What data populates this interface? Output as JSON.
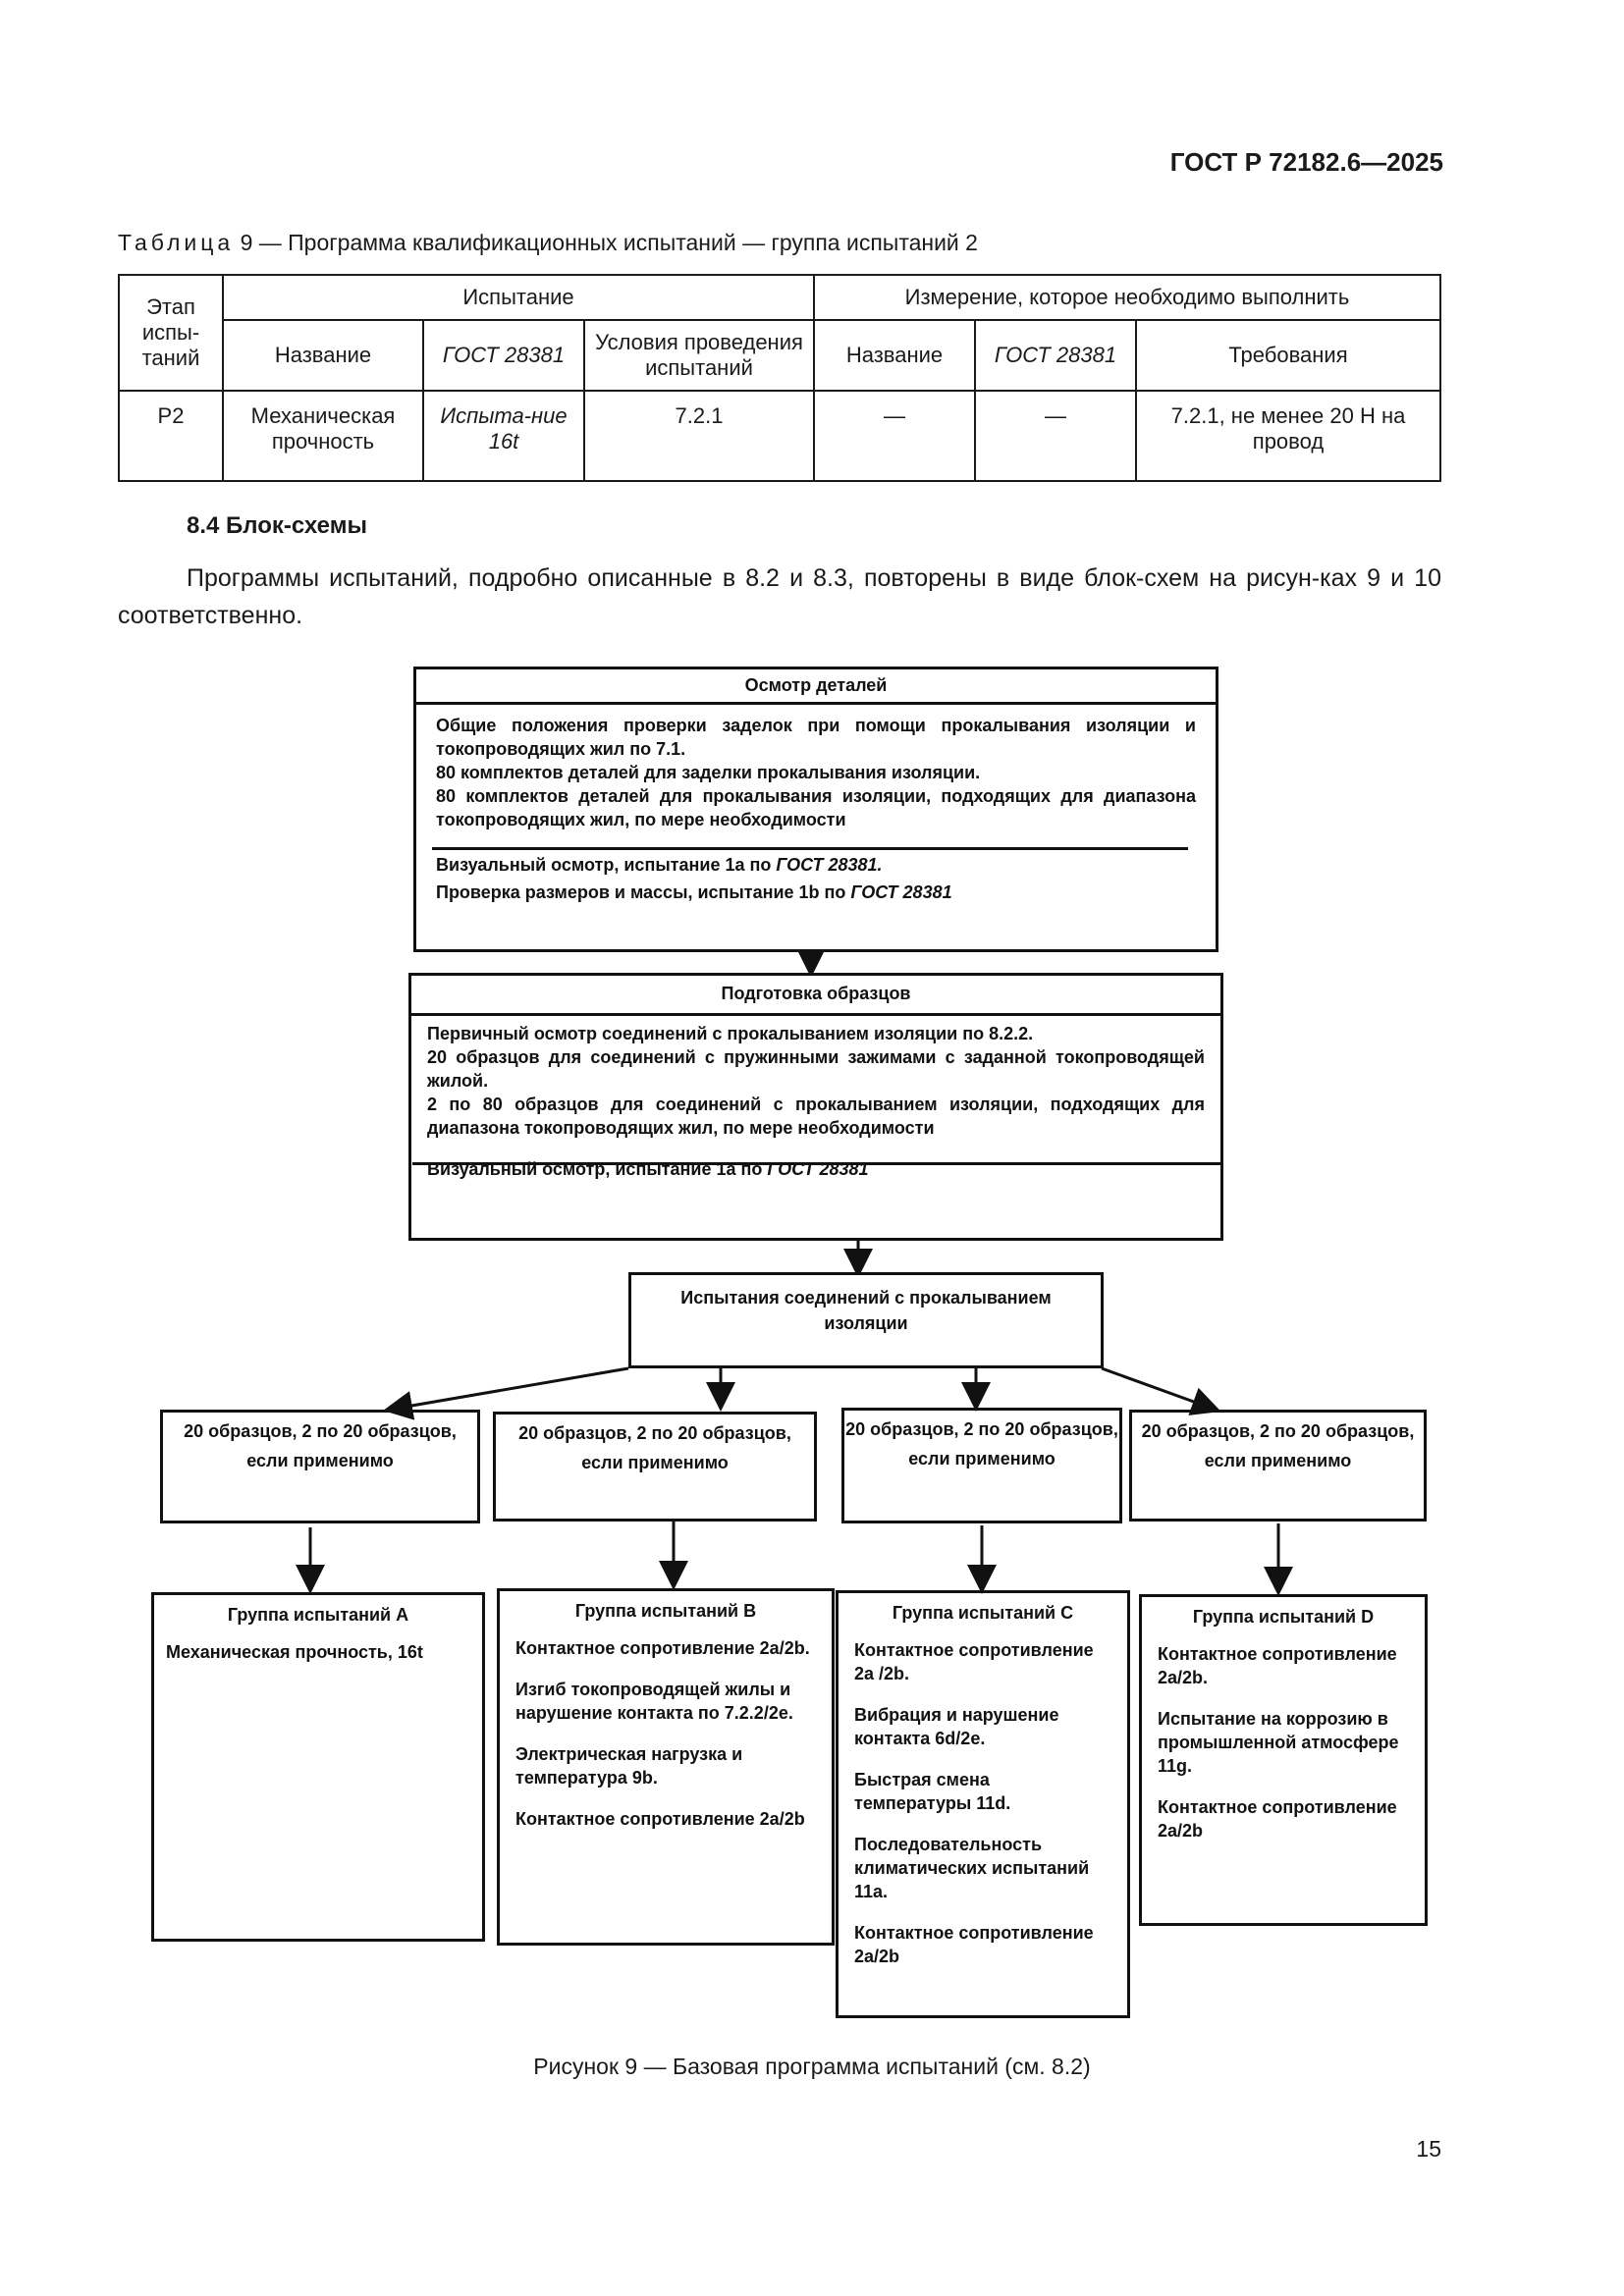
{
  "header": {
    "standard": "ГОСТ Р 72182.6—2025"
  },
  "table": {
    "caption_prefix": "Таблица",
    "caption_text": "9 — Программа квалификационных испытаний — группа испытаний 2",
    "h_stage": "Этап испы-таний",
    "h_test": "Испытание",
    "h_measure": "Измерение, которое необходимо выполнить",
    "h_name": "Название",
    "h_gost": "ГОСТ 28381",
    "h_conditions": "Условия проведения испытаний",
    "h_name2": "Название",
    "h_gost2": "ГОСТ 28381",
    "h_requirements": "Требования",
    "row": {
      "stage": "Р2",
      "name": "Механическая прочность",
      "gost": "Испыта-ние 16t",
      "conditions": "7.2.1",
      "m_name": "—",
      "m_gost": "—",
      "requirements": "7.2.1, не менее 20 Н на провод"
    }
  },
  "section": {
    "title": "8.4 Блок-схемы",
    "paragraph": "Программы испытаний, подробно описанные в 8.2 и 8.3, повторены в виде блок-схем на рисун-ках 9 и 10 соответственно."
  },
  "diagram": {
    "box1": {
      "title": "Осмотр деталей",
      "p1": "Общие положения проверки заделок при помощи прокалывания изоляции и токопроводящих жил по 7.1.",
      "p2": "80 комплектов деталей для заделки прокалывания изоляции.",
      "p3": "80 комплектов деталей для прокалывания изоляции, подходящих для диапазона токопроводящих жил, по мере необходимости",
      "v1_text": "Визуальный осмотр, испытание 1а по ",
      "v1_ref": "ГОСТ 28381.",
      "v2_text": "Проверка размеров и массы, испытание 1b по ",
      "v2_ref": "ГОСТ 28381"
    },
    "box2": {
      "title": "Подготовка образцов",
      "p1": "Первичный осмотр соединений с прокалыванием изоляции по 8.2.2.",
      "p2": "20 образцов для соединений с пружинными зажимами с заданной токопроводящей жилой.",
      "p3": "2 по 80 образцов для соединений с прокалыванием изоляции, подходящих для диапазона токопроводящих жил, по мере необходимости",
      "v1_text": "Визуальный осмотр, испытание 1а по ",
      "v1_ref": "ГОСТ 28381"
    },
    "box3": {
      "title": "Испытания соединений с прокалыванием изоляции"
    },
    "samples": [
      "20 образцов, 2 по 20 образцов, если применимо",
      "20 образцов, 2 по 20 образцов, если применимо",
      "20 образцов, 2 по 20 образцов, если применимо",
      "20 образцов, 2 по 20 образцов, если применимо"
    ],
    "groupA": {
      "title": "Группа испытаний А",
      "items": [
        "Механическая прочность, 16t"
      ]
    },
    "groupB": {
      "title": "Группа испытаний B",
      "items": [
        "Контактное сопротивление 2a/2b.",
        "Изгиб токопроводящей жилы и нарушение контакта по 7.2.2/2e.",
        "Электрическая нагрузка и температура 9b.",
        "Контактное сопротивление 2a/2b"
      ]
    },
    "groupC": {
      "title": "Группа испытаний C",
      "items": [
        "Контактное сопротивление 2a /2b.",
        "Вибрация и нарушение контакта 6d/2e.",
        "Быстрая смена температуры 11d.",
        "Последовательность климатических испытаний 11a.",
        "Контактное сопротивление 2a/2b"
      ]
    },
    "groupD": {
      "title": "Группа испытаний D",
      "items": [
        "Контактное сопротивление 2a/2b.",
        "Испытание на коррозию в промышленной атмосфере 11g.",
        "Контактное сопротивление 2a/2b"
      ]
    }
  },
  "figure": {
    "caption": "Рисунок 9 — Базовая программа испытаний (см. 8.2)"
  },
  "page": {
    "number": "15"
  }
}
